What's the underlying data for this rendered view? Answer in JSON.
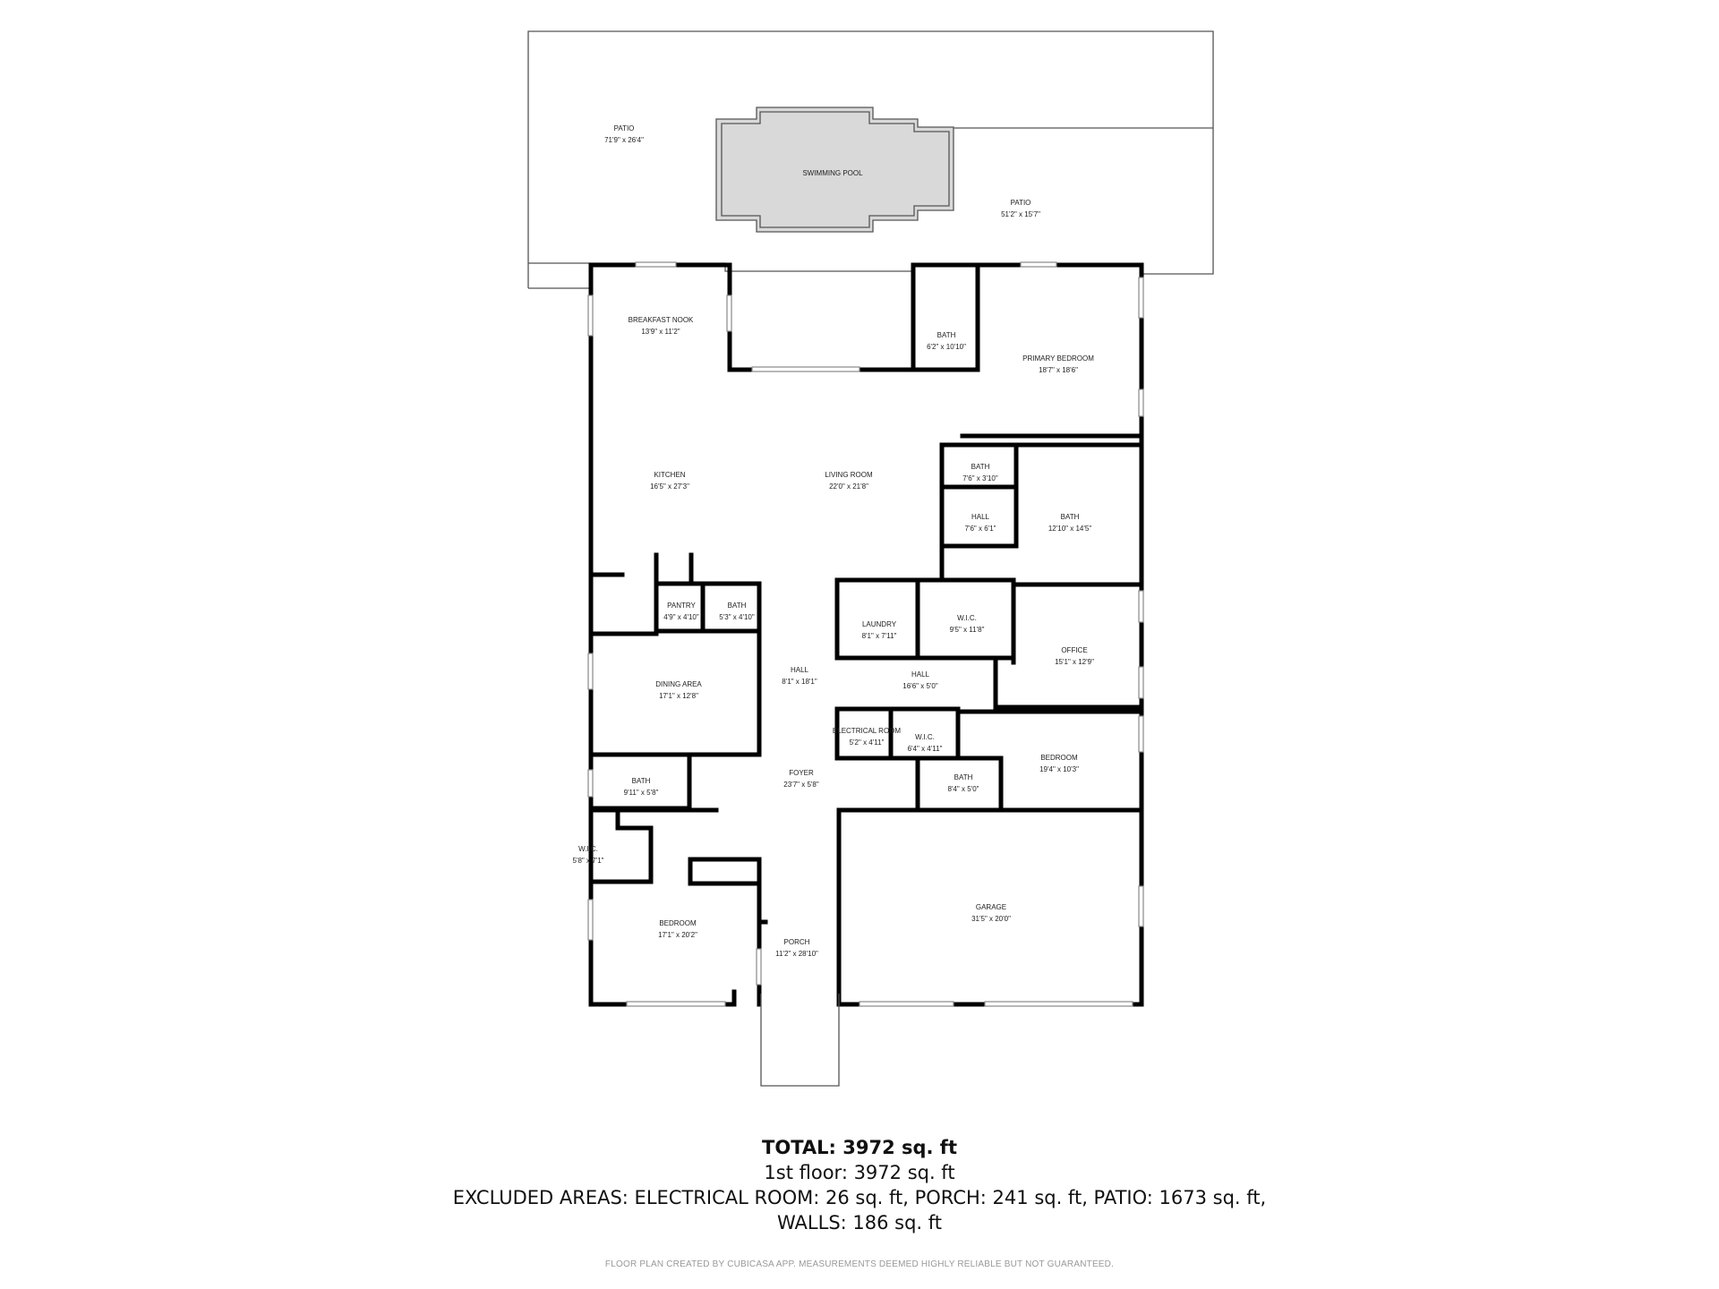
{
  "rooms": [
    {
      "id": "patio-1",
      "name": "PATIO",
      "dims": "71'9\" x 26'4\""
    },
    {
      "id": "swimming-pool",
      "name": "SWIMMING POOL",
      "dims": ""
    },
    {
      "id": "patio-2",
      "name": "PATIO",
      "dims": "51'2\" x 15'7\""
    },
    {
      "id": "breakfast-nook",
      "name": "BREAKFAST NOOK",
      "dims": "13'9\" x 11'2\""
    },
    {
      "id": "bath-1",
      "name": "BATH",
      "dims": "6'2\" x 10'10\""
    },
    {
      "id": "primary-bedroom",
      "name": "PRIMARY BEDROOM",
      "dims": "18'7\" x 18'6\""
    },
    {
      "id": "kitchen",
      "name": "KITCHEN",
      "dims": "16'5\" x 27'3\""
    },
    {
      "id": "living-room",
      "name": "LIVING ROOM",
      "dims": "22'0\" x 21'8\""
    },
    {
      "id": "bath-2",
      "name": "BATH",
      "dims": "7'6\" x 3'10\""
    },
    {
      "id": "hall-1",
      "name": "HALL",
      "dims": "7'6\" x 6'1\""
    },
    {
      "id": "bath-3",
      "name": "BATH",
      "dims": "12'10\" x 14'5\""
    },
    {
      "id": "pantry",
      "name": "PANTRY",
      "dims": "4'9\" x 4'10\""
    },
    {
      "id": "bath-4",
      "name": "BATH",
      "dims": "5'3\" x 4'10\""
    },
    {
      "id": "laundry",
      "name": "LAUNDRY",
      "dims": "8'1\" x 7'11\""
    },
    {
      "id": "wic-1",
      "name": "W.I.C.",
      "dims": "9'5\" x 11'8\""
    },
    {
      "id": "office",
      "name": "OFFICE",
      "dims": "15'1\" x 12'9\""
    },
    {
      "id": "hall-2",
      "name": "HALL",
      "dims": "8'1\" x 18'1\""
    },
    {
      "id": "hall-3",
      "name": "HALL",
      "dims": "16'6\" x 5'0\""
    },
    {
      "id": "dining-area",
      "name": "DINING AREA",
      "dims": "17'1\" x 12'8\""
    },
    {
      "id": "electrical-room",
      "name": "ELECTRICAL ROOM",
      "dims": "5'2\" x 4'11\""
    },
    {
      "id": "wic-2",
      "name": "W.I.C.",
      "dims": "6'4\" x 4'11\""
    },
    {
      "id": "bedroom-1",
      "name": "BEDROOM",
      "dims": "19'4\" x 10'3\""
    },
    {
      "id": "bath-5",
      "name": "BATH",
      "dims": "9'11\" x 5'8\""
    },
    {
      "id": "foyer",
      "name": "FOYER",
      "dims": "23'7\" x 5'8\""
    },
    {
      "id": "bath-6",
      "name": "BATH",
      "dims": "8'4\" x 5'0\""
    },
    {
      "id": "wic-3",
      "name": "W.I.C.",
      "dims": "5'8\" x 7'1\""
    },
    {
      "id": "garage",
      "name": "GARAGE",
      "dims": "31'5\" x 20'0\""
    },
    {
      "id": "bedroom-2",
      "name": "BEDROOM",
      "dims": "17'1\" x 20'2\""
    },
    {
      "id": "porch",
      "name": "PORCH",
      "dims": "11'2\" x 28'10\""
    }
  ],
  "summary": {
    "total": "TOTAL: 3972 sq. ft",
    "floor": "1st floor: 3972 sq. ft",
    "excluded": "EXCLUDED AREAS: ELECTRICAL ROOM: 26 sq. ft, PORCH: 241 sq. ft, PATIO: 1673 sq. ft,",
    "walls": "WALLS: 186 sq. ft"
  },
  "footer_note": "FLOOR PLAN CREATED BY CUBICASA APP. MEASUREMENTS DEEMED HIGHLY RELIABLE BUT NOT GUARANTEED.",
  "colors": {
    "wall": "#000000",
    "pool": "#d9d9d9",
    "outline": "#555555"
  }
}
